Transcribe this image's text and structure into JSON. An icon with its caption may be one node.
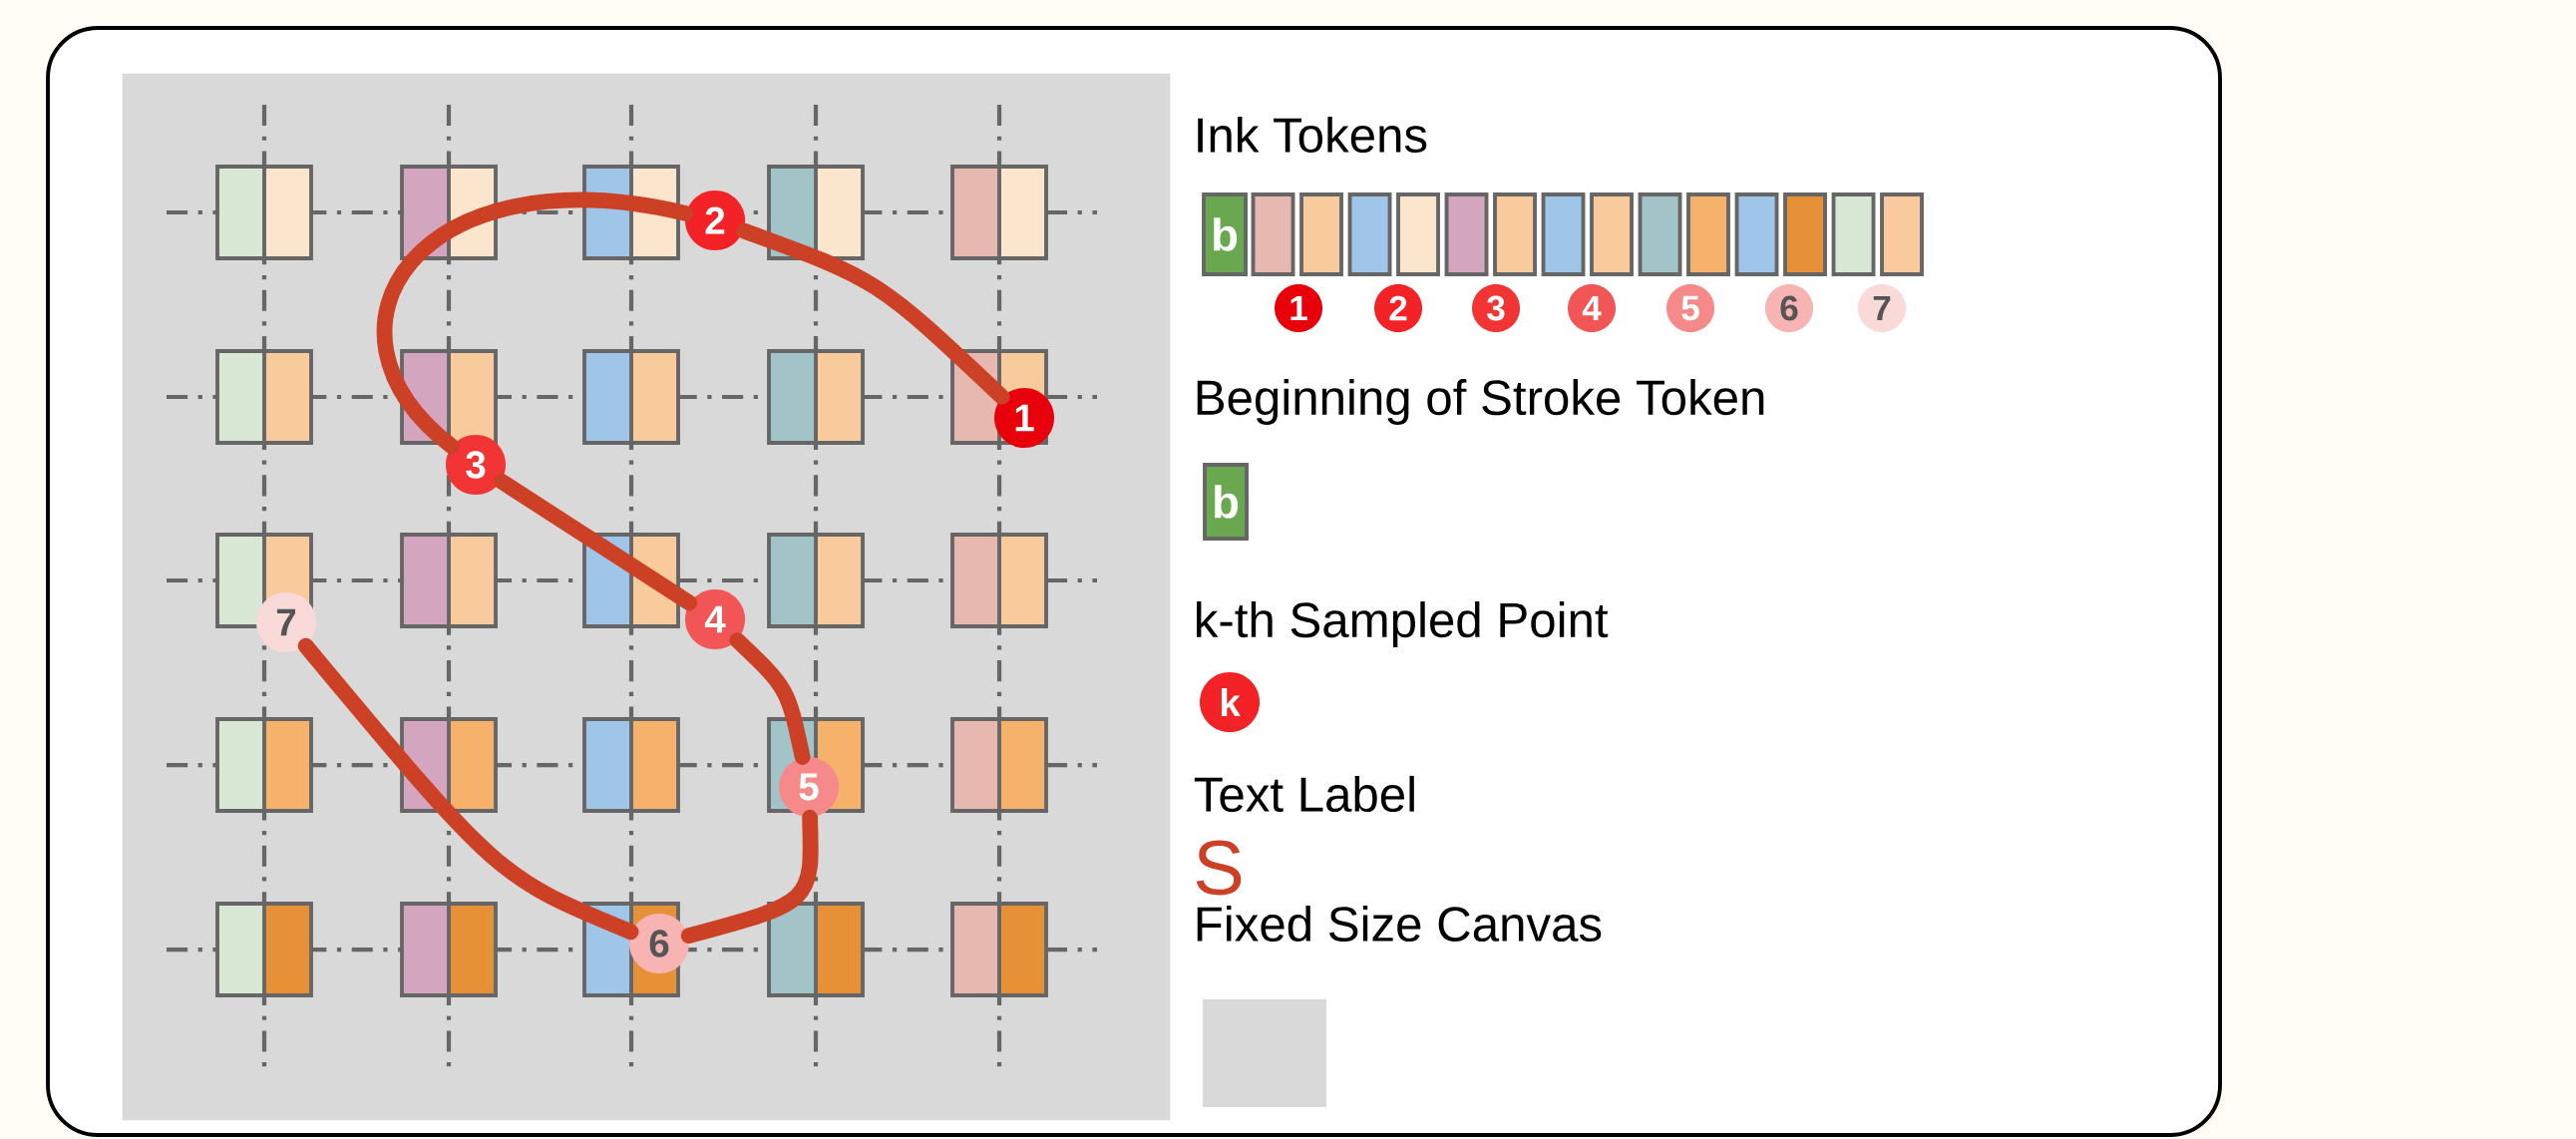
{
  "diagram": {
    "nodes": [
      {
        "text": [],
        "shape": "box"
      },
      {
        "text": [
          "1"
        ],
        "in": 0
      },
      {
        "text": [
          "2"
        ],
        "in": 0
      },
      {
        "text": [
          "3"
        ],
        "in": 0
      },
      {
        "text": [
          "4"
        ],
        "in": 0
      },
      {
        "text": [
          "5"
        ],
        "in": 0
      },
      {
        "text": [
          "6"
        ],
        "in": 0
      },
      {
        "text": [
          "7"
        ],
        "in": 0
      },
      {
        "text": [
          "k"
        ]
      }
    ],
    "edges": [
      {
        "from": 1,
        "to": 2,
        "arrow": "none"
      },
      {
        "from": 2,
        "to": 3,
        "arrow": "none"
      },
      {
        "from": 3,
        "to": 4,
        "arrow": "none"
      },
      {
        "from": 4,
        "to": 5,
        "arrow": "none"
      },
      {
        "from": 5,
        "to": 6,
        "arrow": "none"
      },
      {
        "from": 6,
        "to": 7,
        "arrow": "none"
      }
    ],
    "labels": [
      "b",
      "1",
      "2",
      "3",
      "4",
      "5",
      "6",
      "7",
      "b",
      "S"
    ],
    "legend": [
      {
        "text": "Ink Tokens"
      },
      {
        "text": "Beginning of Stroke Token"
      },
      {
        "text": "k-th Sampled Point"
      },
      {
        "text": "Text Label"
      },
      {
        "text": "Fixed Size Canvas",
        "color": "#d9d9d9"
      }
    ]
  }
}
